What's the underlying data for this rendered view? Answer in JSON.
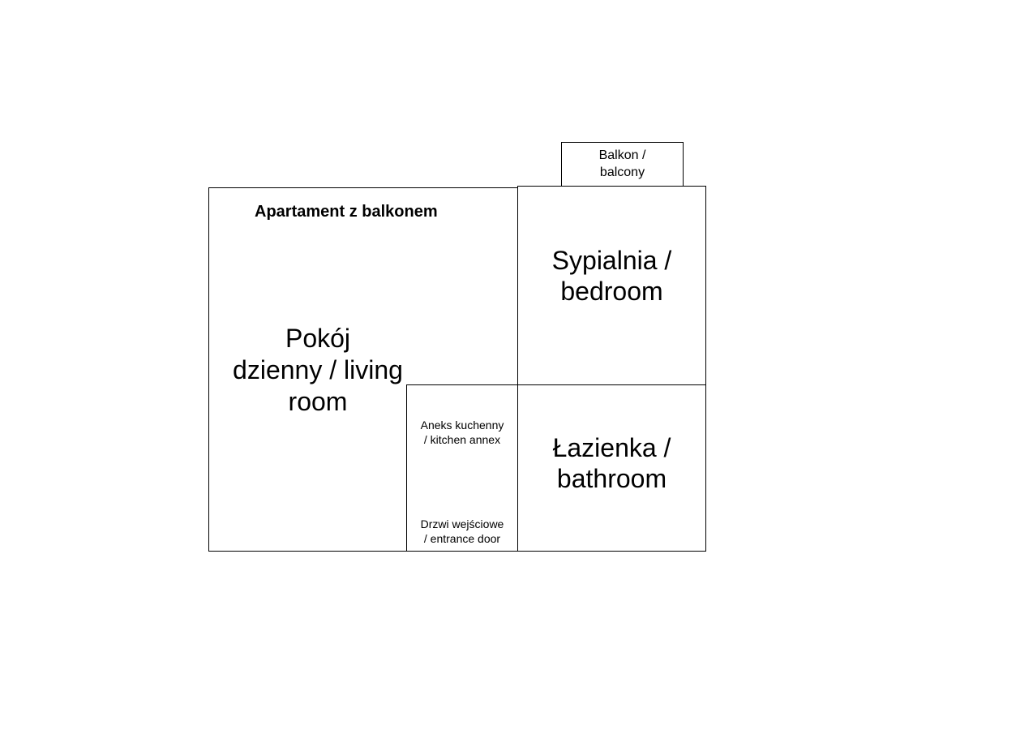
{
  "plan": {
    "title": "Apartament z balkonem",
    "rooms": {
      "balcony": "Balkon /\nbalcony",
      "living_room": "Pokój\ndzienny / living\nroom",
      "bedroom": "Sypialnia /\nbedroom",
      "kitchen_annex": "Aneks kuchenny\n/ kitchen annex",
      "entrance_door": "Drzwi wejściowe\n/ entrance door",
      "bathroom": "Łazienka /\nbathroom"
    }
  }
}
